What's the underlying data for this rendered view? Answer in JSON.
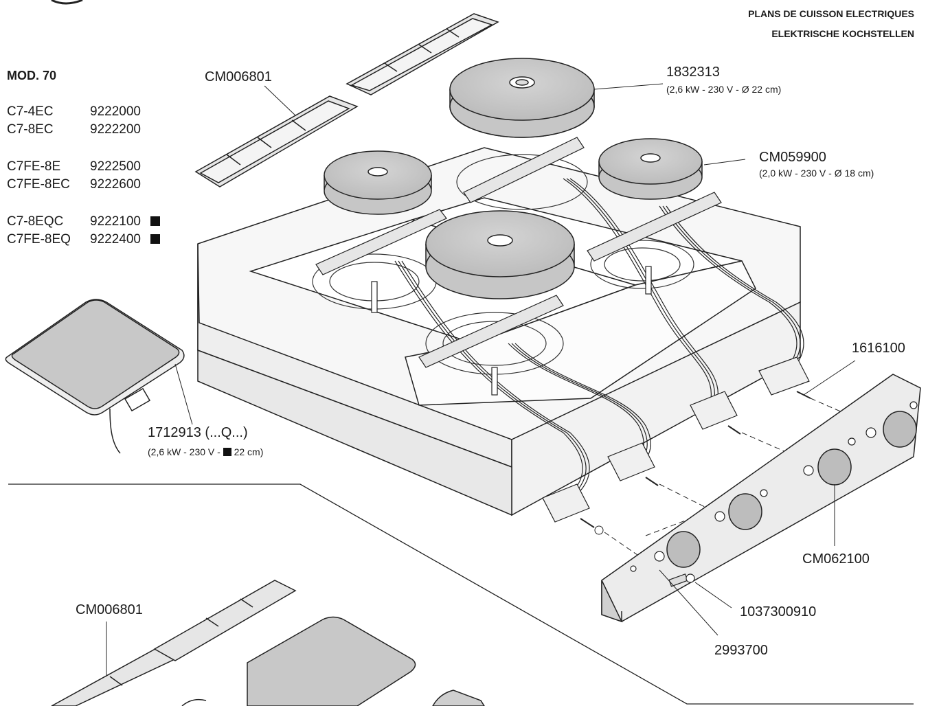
{
  "header": {
    "line1": "PLANS DE CUISSON ELECTRIQUES",
    "line2": "ELEKTRISCHE KOCHSTELLEN"
  },
  "model": {
    "title": "MOD. 70",
    "codes": [
      {
        "name": "C7-4EC",
        "number": "9222000",
        "marked": false
      },
      {
        "name": "C7-8EC",
        "number": "9222200",
        "marked": false
      },
      {
        "name": "C7FE-8E",
        "number": "9222500",
        "marked": false
      },
      {
        "name": "C7FE-8EC",
        "number": "9222600",
        "marked": false
      },
      {
        "name": "C7-8EQC",
        "number": "9222100",
        "marked": true
      },
      {
        "name": "C7FE-8EQ",
        "number": "9222400",
        "marked": true
      }
    ]
  },
  "parts": {
    "trim_top": "CM006801",
    "trim_bottom": "CM006801",
    "plate_large": {
      "number": "1832313",
      "spec": "(2,6 kW - 230 V - Ø 22 cm)"
    },
    "plate_small": {
      "number": "CM059900",
      "spec": "(2,0 kW - 230 V - Ø 18 cm)"
    },
    "plate_square": {
      "number": "1712913 (...Q...)",
      "spec_before": "(2,6 kW - 230 V - ",
      "spec_after": " 22 cm)"
    },
    "switch": "1616100",
    "knob": "CM062100",
    "lamp": "1037300910",
    "bezel": "2993700"
  }
}
